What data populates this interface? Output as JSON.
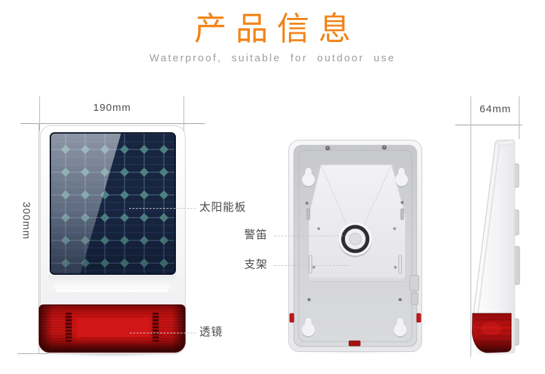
{
  "header": {
    "title": "产品信息",
    "subtitle": "Waterproof,  suitable  for  outdoor  use"
  },
  "views": {
    "front": {
      "name": "front view with solar panel and strobe lens",
      "width_label": "190mm",
      "height_label": "300mm",
      "callouts": {
        "solar_panel": "太阳能板",
        "lens": "透镜"
      }
    },
    "back": {
      "name": "back view with mounting bracket",
      "callouts": {
        "siren": "警笛",
        "bracket": "支架"
      }
    },
    "side": {
      "name": "side profile view",
      "depth_label": "64mm"
    }
  },
  "colors": {
    "accent_orange": "#F28418",
    "lens_red": "#C31313",
    "panel_navy": "#182540",
    "panel_teal": "#4E8082",
    "body_gray": "#ECEDEF",
    "label_gray": "#4A4A4A"
  }
}
